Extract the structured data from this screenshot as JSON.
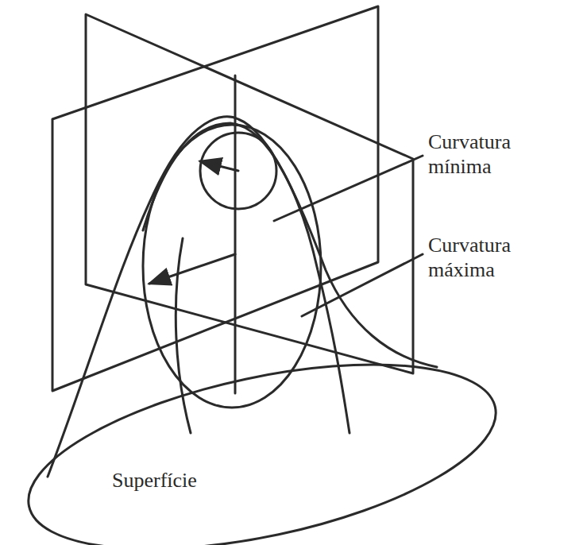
{
  "diagram": {
    "labels": [
      "Curvatura mínima",
      "Curvatura máxima",
      "Superfície"
    ]
  }
}
